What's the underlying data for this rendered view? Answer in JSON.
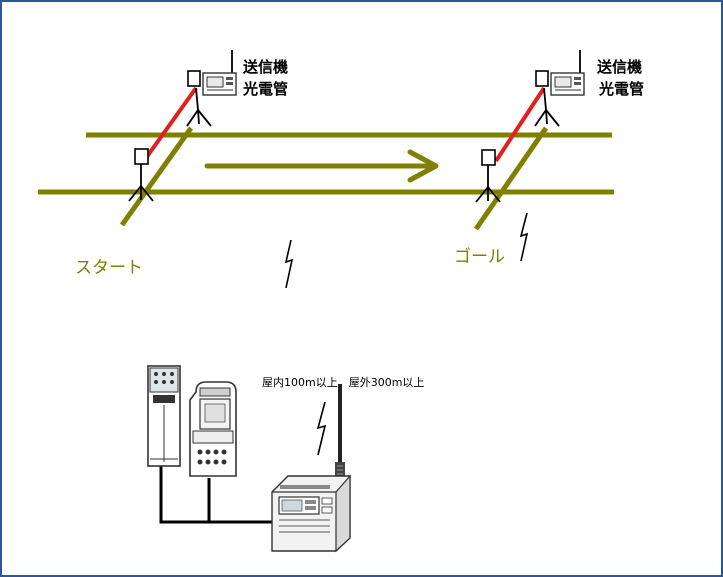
{
  "colors": {
    "track": "#7f7f00",
    "beam": "#e41e1e",
    "frame_border": "#2f5597",
    "device_outline": "#333333",
    "cable": "#000000"
  },
  "start_station": {
    "device_label_line1": "送信機",
    "device_label_line2": "光電管",
    "ground_label": "スタート"
  },
  "goal_station": {
    "device_label_line1": "送信機",
    "device_label_line2": "光電管",
    "ground_label": "ゴール"
  },
  "receiver": {
    "range_label": "屋内100m以上、屋外300m以上"
  },
  "icons": [
    "direction-arrow-icon",
    "wireless-signal-icon",
    "tripod-icon",
    "photocell-icon",
    "antenna-icon"
  ]
}
